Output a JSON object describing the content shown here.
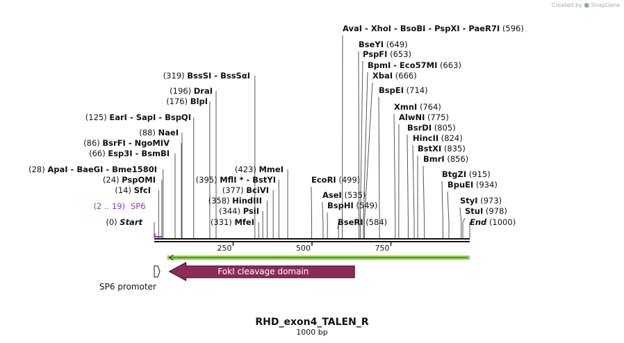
{
  "credit": {
    "text": "Created by",
    "brand": "SnapGene"
  },
  "sequence": {
    "name": "RHD_exon4_TALEN_R",
    "length_label": "1000 bp",
    "length": 1000
  },
  "ruler_ticks": [
    {
      "value": 250,
      "label": "250"
    },
    {
      "value": 500,
      "label": "500"
    },
    {
      "value": 750,
      "label": "750"
    }
  ],
  "sites": [
    {
      "names": [
        "AvaI",
        "XhoI",
        "BsoBI",
        "PspXI",
        "PaeR7I"
      ],
      "pos": 596,
      "pos_label": "(596)",
      "side": "right"
    },
    {
      "names": [
        "BseYI"
      ],
      "pos": 649,
      "pos_label": "(649)",
      "side": "right"
    },
    {
      "names": [
        "PspFI"
      ],
      "pos": 653,
      "pos_label": "(653)",
      "side": "right"
    },
    {
      "names": [
        "BpmI",
        "Eco57MI"
      ],
      "pos": 663,
      "pos_label": "(663)",
      "side": "right"
    },
    {
      "names": [
        "XbaI"
      ],
      "pos": 666,
      "pos_label": "(666)",
      "side": "right"
    },
    {
      "names": [
        "BspEI"
      ],
      "pos": 714,
      "pos_label": "(714)",
      "side": "right"
    },
    {
      "names": [
        "XmnI"
      ],
      "pos": 764,
      "pos_label": "(764)",
      "side": "right"
    },
    {
      "names": [
        "AlwNI"
      ],
      "pos": 775,
      "pos_label": "(775)",
      "side": "right"
    },
    {
      "names": [
        "BsrDI"
      ],
      "pos": 805,
      "pos_label": "(805)",
      "side": "right"
    },
    {
      "names": [
        "HincII"
      ],
      "pos": 824,
      "pos_label": "(824)",
      "side": "right"
    },
    {
      "names": [
        "BstXI"
      ],
      "pos": 835,
      "pos_label": "(835)",
      "side": "right"
    },
    {
      "names": [
        "BmrI"
      ],
      "pos": 856,
      "pos_label": "(856)",
      "side": "right"
    },
    {
      "names": [
        "BtgZI"
      ],
      "pos": 915,
      "pos_label": "(915)",
      "side": "right"
    },
    {
      "names": [
        "BpuEI"
      ],
      "pos": 934,
      "pos_label": "(934)",
      "side": "right"
    },
    {
      "names": [
        "StyI"
      ],
      "pos": 973,
      "pos_label": "(973)",
      "side": "right"
    },
    {
      "names": [
        "StuI"
      ],
      "pos": 978,
      "pos_label": "(978)",
      "side": "right"
    },
    {
      "names": [
        "End"
      ],
      "pos": 1000,
      "pos_label": "(1000)",
      "side": "right",
      "italic": true
    },
    {
      "names": [
        "EcoRI"
      ],
      "pos": 499,
      "pos_label": "(499)",
      "side": "right"
    },
    {
      "names": [
        "AseI"
      ],
      "pos": 535,
      "pos_label": "(535)",
      "side": "right"
    },
    {
      "names": [
        "BspHI"
      ],
      "pos": 549,
      "pos_label": "(549)",
      "side": "right"
    },
    {
      "names": [
        "BseRI"
      ],
      "pos": 584,
      "pos_label": "(584)",
      "side": "right"
    },
    {
      "names": [
        "BssSI",
        "BssSαI"
      ],
      "pos": 319,
      "pos_label": "(319)",
      "side": "left"
    },
    {
      "names": [
        "DraI"
      ],
      "pos": 196,
      "pos_label": "(196)",
      "side": "left"
    },
    {
      "names": [
        "BlpI"
      ],
      "pos": 176,
      "pos_label": "(176)",
      "side": "left"
    },
    {
      "names": [
        "EarI",
        "SapI",
        "BspQI"
      ],
      "pos": 125,
      "pos_label": "(125)",
      "side": "left"
    },
    {
      "names": [
        "NaeI"
      ],
      "pos": 88,
      "pos_label": "(88)",
      "side": "left"
    },
    {
      "names": [
        "BsrFI",
        "NgoMIV"
      ],
      "pos": 86,
      "pos_label": "(86)",
      "side": "left"
    },
    {
      "names": [
        "Esp3I",
        "BsmBI"
      ],
      "pos": 66,
      "pos_label": "(66)",
      "side": "left"
    },
    {
      "names": [
        "ApaI",
        "BaeGI",
        "Bme1580I"
      ],
      "pos": 28,
      "pos_label": "(28)",
      "side": "left"
    },
    {
      "names": [
        "PspOMI"
      ],
      "pos": 24,
      "pos_label": "(24)",
      "side": "left"
    },
    {
      "names": [
        "SfcI"
      ],
      "pos": 14,
      "pos_label": "(14)",
      "side": "left"
    },
    {
      "names": [
        "Start"
      ],
      "pos": 0,
      "pos_label": "(0)",
      "side": "left",
      "italic": true
    },
    {
      "names": [
        "MmeI"
      ],
      "pos": 423,
      "pos_label": "(423)",
      "side": "left"
    },
    {
      "names": [
        "MflI *",
        "BstYI"
      ],
      "pos": 395,
      "pos_label": "(395)",
      "side": "left"
    },
    {
      "names": [
        "BciVI"
      ],
      "pos": 377,
      "pos_label": "(377)",
      "side": "left"
    },
    {
      "names": [
        "HindIII"
      ],
      "pos": 358,
      "pos_label": "(358)",
      "side": "left"
    },
    {
      "names": [
        "PsiI"
      ],
      "pos": 344,
      "pos_label": "(344)",
      "side": "left"
    },
    {
      "names": [
        "MfeI"
      ],
      "pos": 331,
      "pos_label": "(331)",
      "side": "left"
    }
  ],
  "primer": {
    "name": "SP6",
    "range_label": "(2 .. 19)",
    "start": 2,
    "end": 19,
    "color": "#9b30c9"
  },
  "features": [
    {
      "name": "FokI cleavage domain",
      "start": 30,
      "end": 615,
      "direction": "reverse",
      "color": "#8e2a5b"
    },
    {
      "name": "SP6 promoter",
      "start": 0,
      "end": 18,
      "direction": "forward",
      "color": "#ffffff"
    }
  ],
  "orf": {
    "start": 30,
    "end": 1000,
    "direction": "reverse",
    "color": "#8fd34a"
  }
}
